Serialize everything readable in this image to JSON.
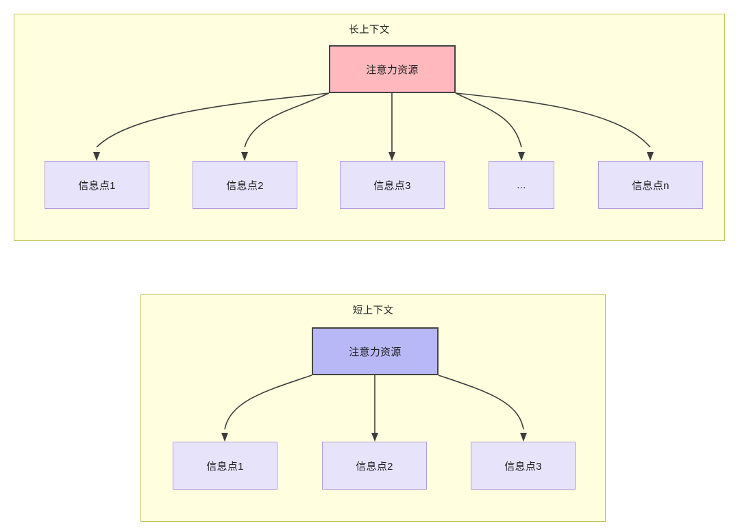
{
  "diagram": {
    "type": "attention-resource-allocation",
    "background_color": "#ffffff",
    "groups": [
      {
        "id": "long-context",
        "title": "长上下文",
        "fill_color": "#ffffdf",
        "border_color": "#c2c257",
        "root": {
          "label": "注意力资源",
          "fill_color": "#ffb8be",
          "border_color": "#434343"
        },
        "leaves": [
          {
            "label": "信息点1",
            "fill_color": "#e7e3fb",
            "border_color": "#b39ae0"
          },
          {
            "label": "信息点2",
            "fill_color": "#e7e3fb",
            "border_color": "#b39ae0"
          },
          {
            "label": "信息点3",
            "fill_color": "#e7e3fb",
            "border_color": "#b39ae0"
          },
          {
            "label": "...",
            "fill_color": "#e7e3fb",
            "border_color": "#b39ae0"
          },
          {
            "label": "信息点n",
            "fill_color": "#e7e3fb",
            "border_color": "#b39ae0"
          }
        ],
        "edge_count": 5
      },
      {
        "id": "short-context",
        "title": "短上下文",
        "fill_color": "#ffffdf",
        "border_color": "#c2c257",
        "root": {
          "label": "注意力资源",
          "fill_color": "#b8b8f7",
          "border_color": "#434343"
        },
        "leaves": [
          {
            "label": "信息点1",
            "fill_color": "#e7e3fb",
            "border_color": "#b39ae0"
          },
          {
            "label": "信息点2",
            "fill_color": "#e7e3fb",
            "border_color": "#b39ae0"
          },
          {
            "label": "信息点3",
            "fill_color": "#e7e3fb",
            "border_color": "#b39ae0"
          }
        ],
        "edge_count": 3
      }
    ],
    "edge_color": "#3d3d3d"
  }
}
